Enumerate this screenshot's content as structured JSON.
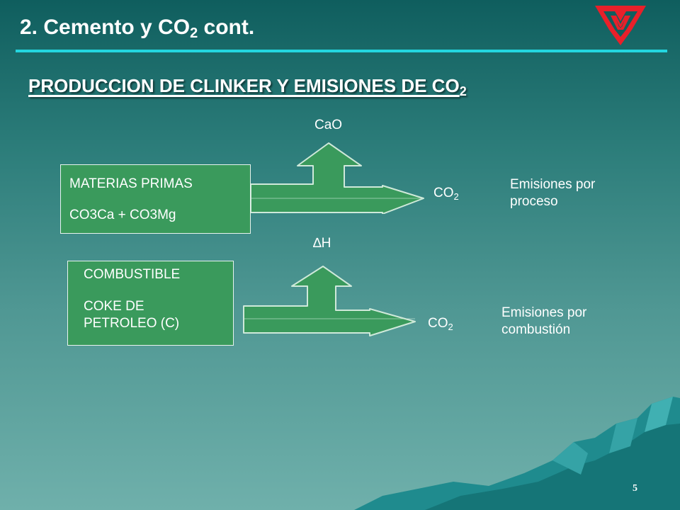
{
  "slide": {
    "title_main": "2. Cemento y CO",
    "title_sub": "2",
    "title_tail": " cont.",
    "subtitle_main": "PRODUCCION DE CLINKER Y EMISIONES DE CO",
    "subtitle_sub": "2",
    "page_number": "5"
  },
  "process_row": {
    "box_line1": "MATERIAS PRIMAS",
    "box_line2": "CO3Ca + CO3Mg",
    "up_output": "CaO",
    "right_output_main": "CO",
    "right_output_sub": "2",
    "note": "Emisiones por proceso"
  },
  "combustion_row": {
    "box_line1": "COMBUSTIBLE",
    "box_line2": "COKE DE PETROLEO (C)",
    "up_output_symbol": "∆",
    "up_output_letter": "H",
    "right_output_main": "CO",
    "right_output_sub": "2",
    "note": "Emisiones por combustión"
  },
  "colors": {
    "arrow_fill": "#3a9a5c",
    "rule": "#23d6e0",
    "logo": "#e8202a"
  },
  "icons": [
    "triple-v-logo-icon"
  ]
}
